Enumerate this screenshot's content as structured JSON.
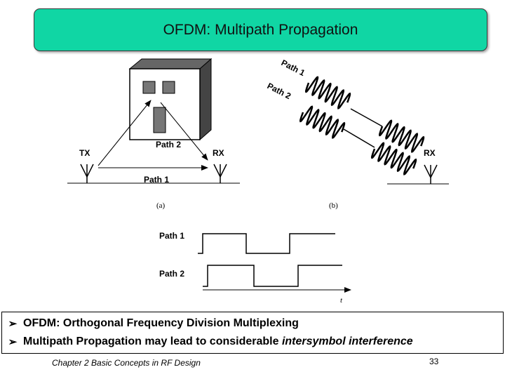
{
  "title": "OFDM: Multipath Propagation",
  "figure_a": {
    "tx_label": "TX",
    "rx_label": "RX",
    "path1_label": "Path 1",
    "path2_label": "Path 2",
    "caption": "(a)"
  },
  "figure_b": {
    "path1_label": "Path 1",
    "path2_label": "Path 2",
    "rx_label": "RX",
    "caption": "(b)"
  },
  "timing": {
    "path1_label": "Path 1",
    "path2_label": "Path 2",
    "axis_label": "t"
  },
  "bullets": [
    {
      "prefix": "OFDM: Orthogonal Frequency Division Multiplexing",
      "emphasis": "",
      "suffix": ""
    },
    {
      "prefix": "Multipath Propagation may lead to considerable ",
      "emphasis": "intersymbol interference",
      "suffix": ""
    }
  ],
  "footer": "Chapter 2 Basic Concepts in RF Design",
  "page_number": "33",
  "colors": {
    "title_bg": "#10d6a4"
  },
  "icons": [
    "arrow-bullet-icon",
    "antenna-icon",
    "building-icon"
  ]
}
